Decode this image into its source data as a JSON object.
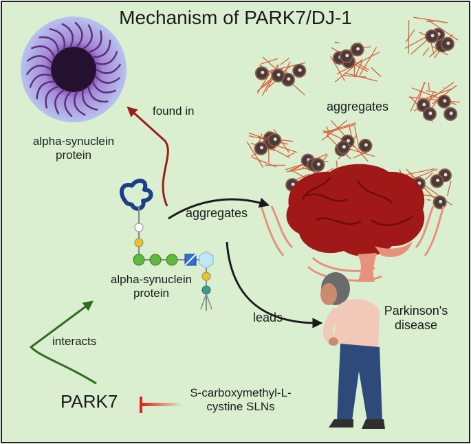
{
  "title": "Mechanism of PARK7/DJ-1",
  "labels": {
    "found_in": "found in",
    "alpha_top_1": "alpha-synuclein",
    "alpha_top_2": "protein",
    "aggregates_cluster": "aggregates",
    "aggregates_arrow": "aggregates",
    "alpha_mid_1": "alpha-synuclein",
    "alpha_mid_2": "protein",
    "parkinsons_1": "Parkinson's",
    "parkinsons_2": "disease",
    "leads": "leads",
    "interacts": "interacts",
    "park7": "PARK7",
    "inhibitor_1": "S-carboxymethyl-L-",
    "inhibitor_2": "cystine SLNs"
  },
  "colors": {
    "background": "#d9efd0",
    "border": "#222222",
    "found_in_arrow": "#9b1c1c",
    "interacts_arrow": "#2f6b1f",
    "inhibition": "#e0201b",
    "generic_arrow": "#1a1a1a",
    "brain": "#a01818",
    "aggregate_fibril": "#d9603c",
    "aggregate_core": "#4a3a3a"
  },
  "icons": {
    "vesicle": "protein-vesicle-icon",
    "protein_chain": "protein-chain-icon",
    "brain": "brain-icon",
    "person": "elderly-person-icon",
    "aggregate": "aggregate-icon"
  }
}
